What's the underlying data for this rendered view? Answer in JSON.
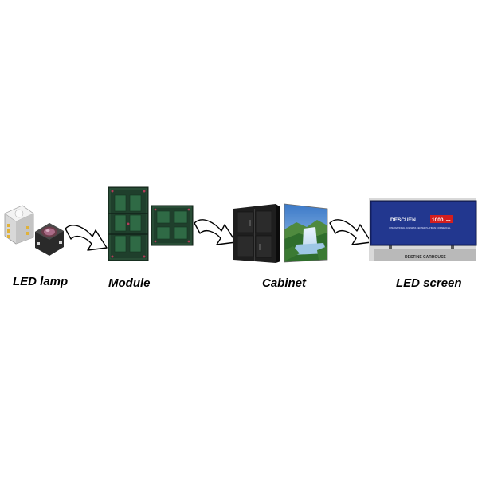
{
  "stages": [
    {
      "label": "LED lamp"
    },
    {
      "label": "Module"
    },
    {
      "label": "Cabinet"
    },
    {
      "label": "LED screen"
    }
  ],
  "billboard": {
    "brand_left": "DESCUEN",
    "brand_number": "1000",
    "brand_suffix": "ms",
    "subtitle": "INTERNATIONAL BUSINESS CENTER PLATINUM COMMERCIAL",
    "bottom_sign": "DESTINE CARHOUSE"
  },
  "colors": {
    "module_pcb": "#1f3f2c",
    "billboard_blue": "#1a2b7a",
    "brand_red": "#d41e1e",
    "arrow_fill": "#ffffff",
    "arrow_stroke": "#000000"
  }
}
